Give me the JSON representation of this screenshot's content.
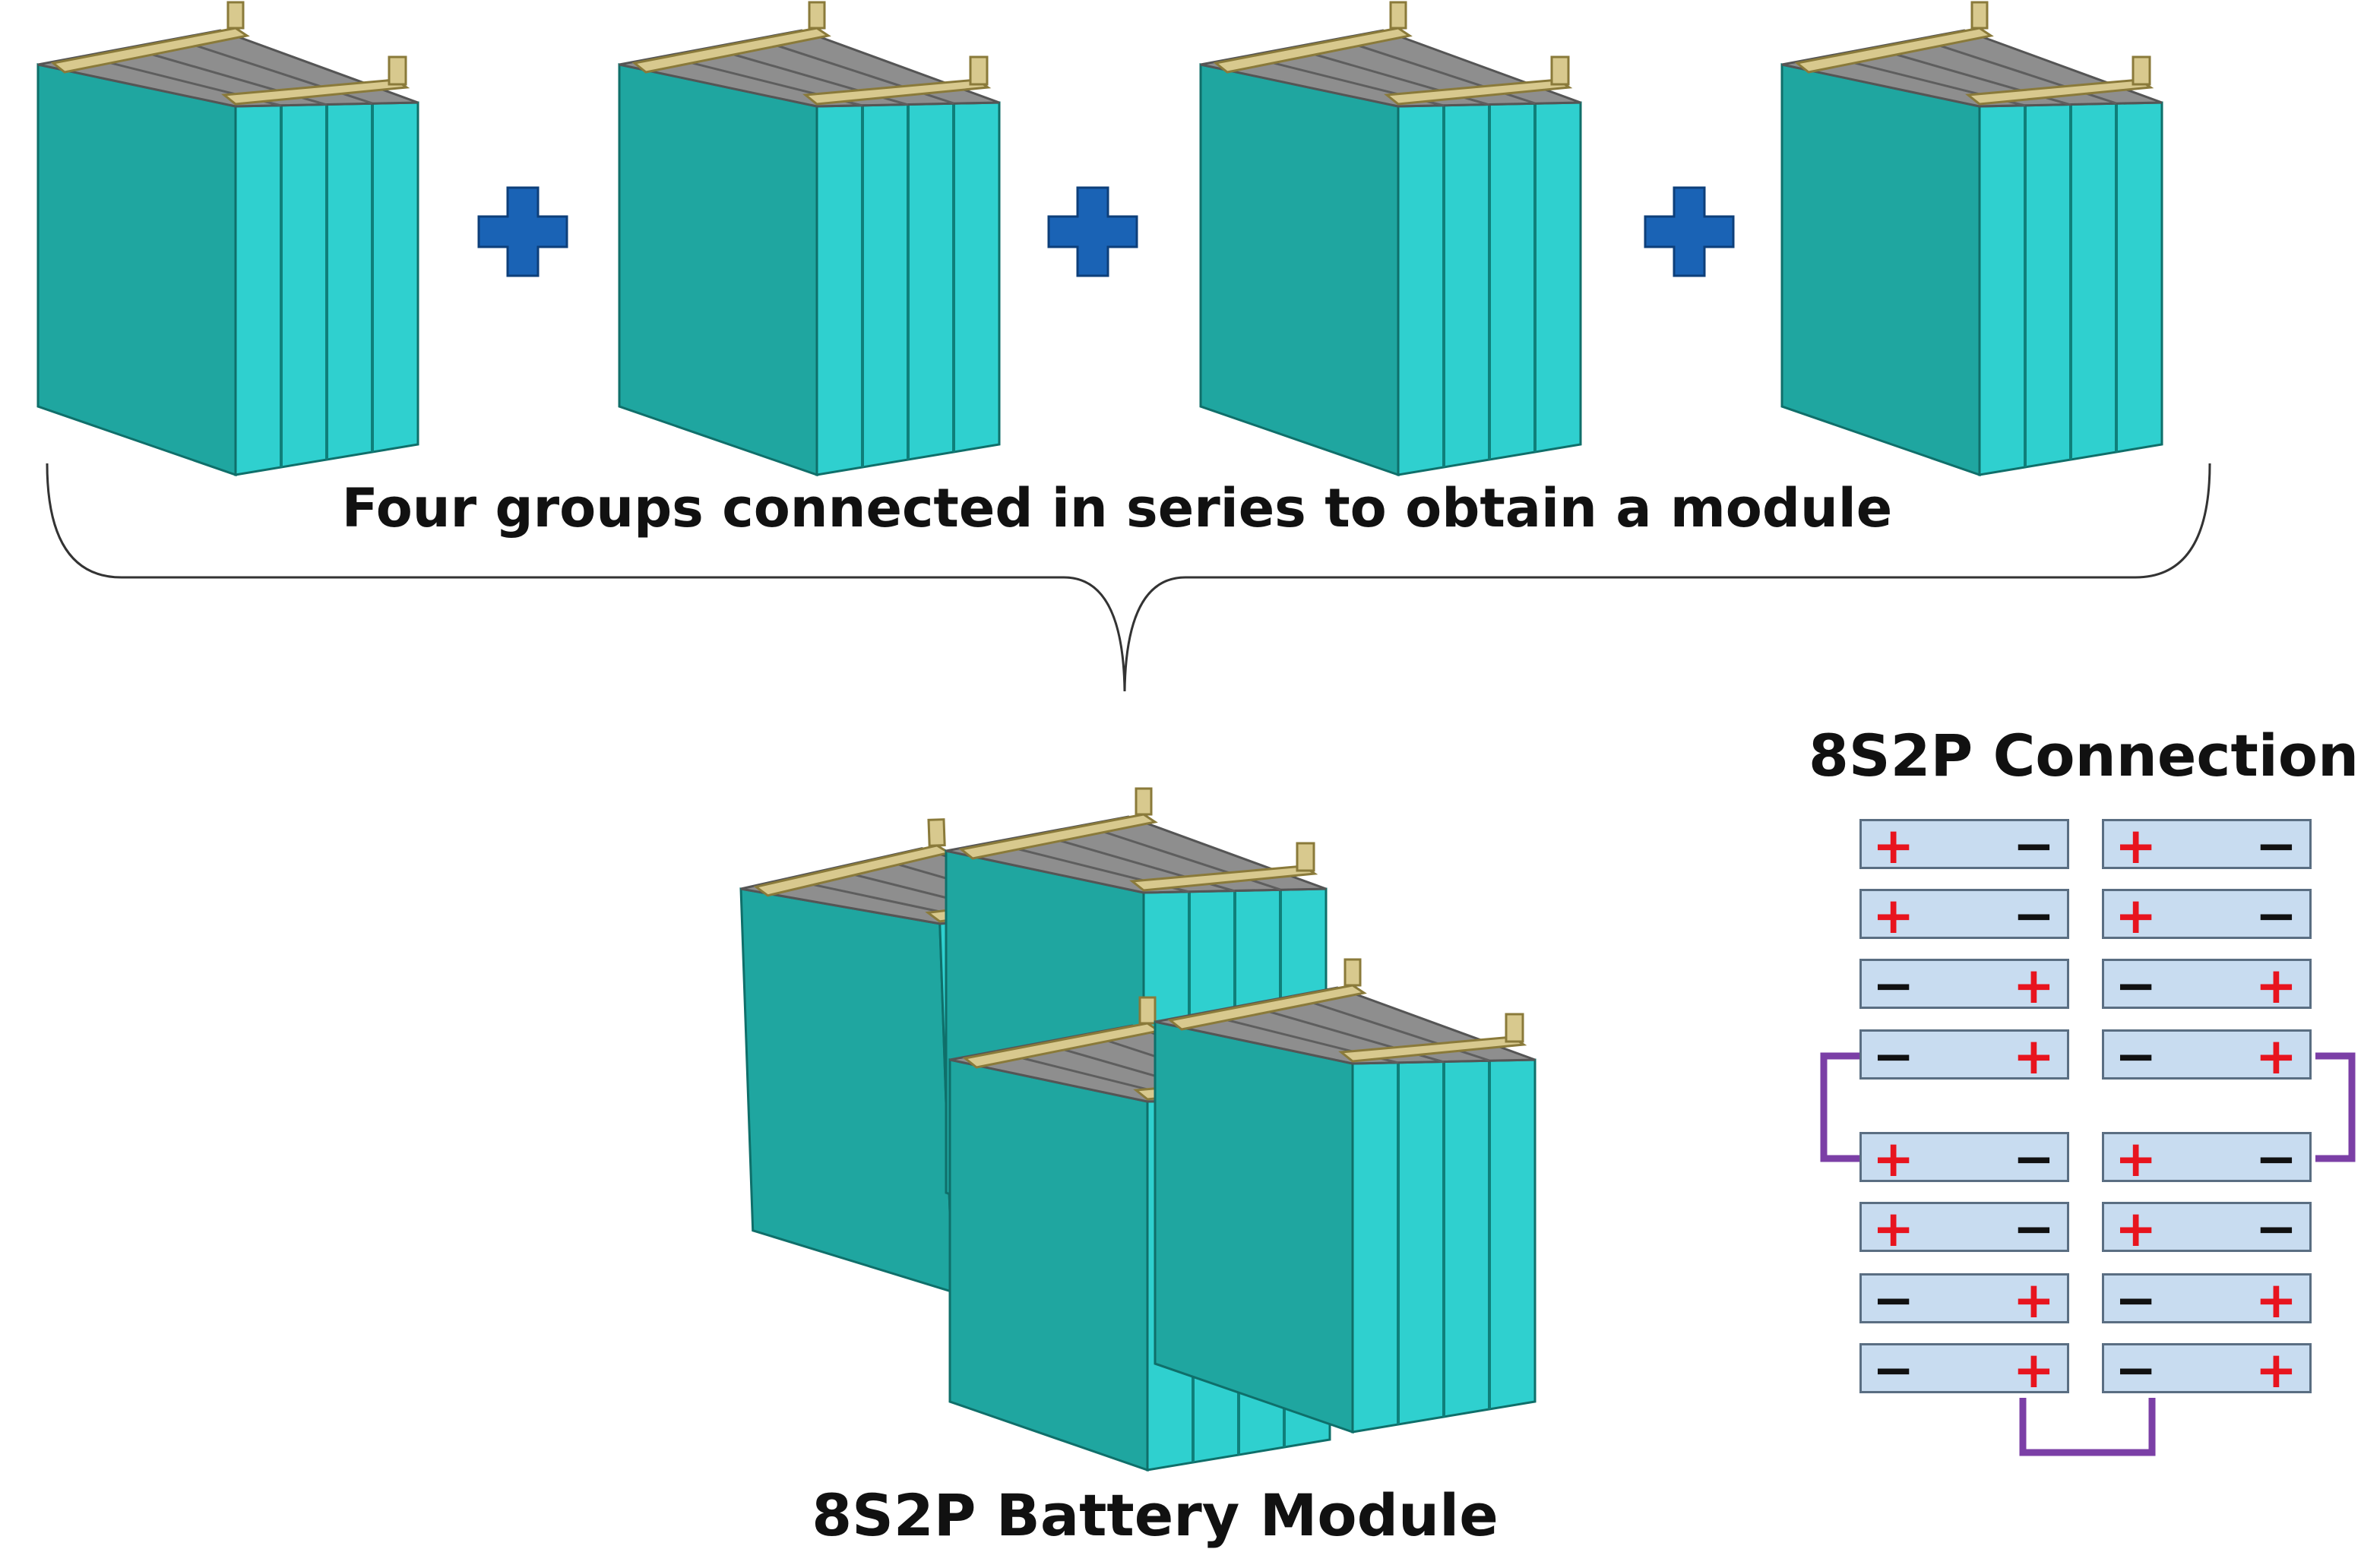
{
  "labels": {
    "series_caption": "Four groups connected in series to obtain a module",
    "module_caption": "8S2P Battery Module",
    "connection_title": "8S2P Connection"
  },
  "symbols": {
    "plus": "+",
    "minus": "−"
  },
  "connection": {
    "columns": [
      {
        "rows": [
          [
            "+",
            "−"
          ],
          [
            "+",
            "−"
          ],
          [
            "−",
            "+"
          ],
          [
            "−",
            "+"
          ],
          [
            "+",
            "−"
          ],
          [
            "+",
            "−"
          ],
          [
            "−",
            "+"
          ],
          [
            "−",
            "+"
          ]
        ]
      },
      {
        "rows": [
          [
            "+",
            "−"
          ],
          [
            "+",
            "−"
          ],
          [
            "−",
            "+"
          ],
          [
            "−",
            "+"
          ],
          [
            "+",
            "−"
          ],
          [
            "+",
            "−"
          ],
          [
            "−",
            "+"
          ],
          [
            "−",
            "+"
          ]
        ]
      }
    ]
  },
  "colors": {
    "cell_side": "#2fcfcf",
    "cell_front": "#1fa6a0",
    "cell_top": "#8c8c8c",
    "terminal": "#d8c98e",
    "plus_sign": "#1a63b5",
    "connector": "#7b3fa6",
    "cell_fill": "#c8dcf0",
    "plus_pole": "#e8141e",
    "minus_pole": "#111111"
  }
}
